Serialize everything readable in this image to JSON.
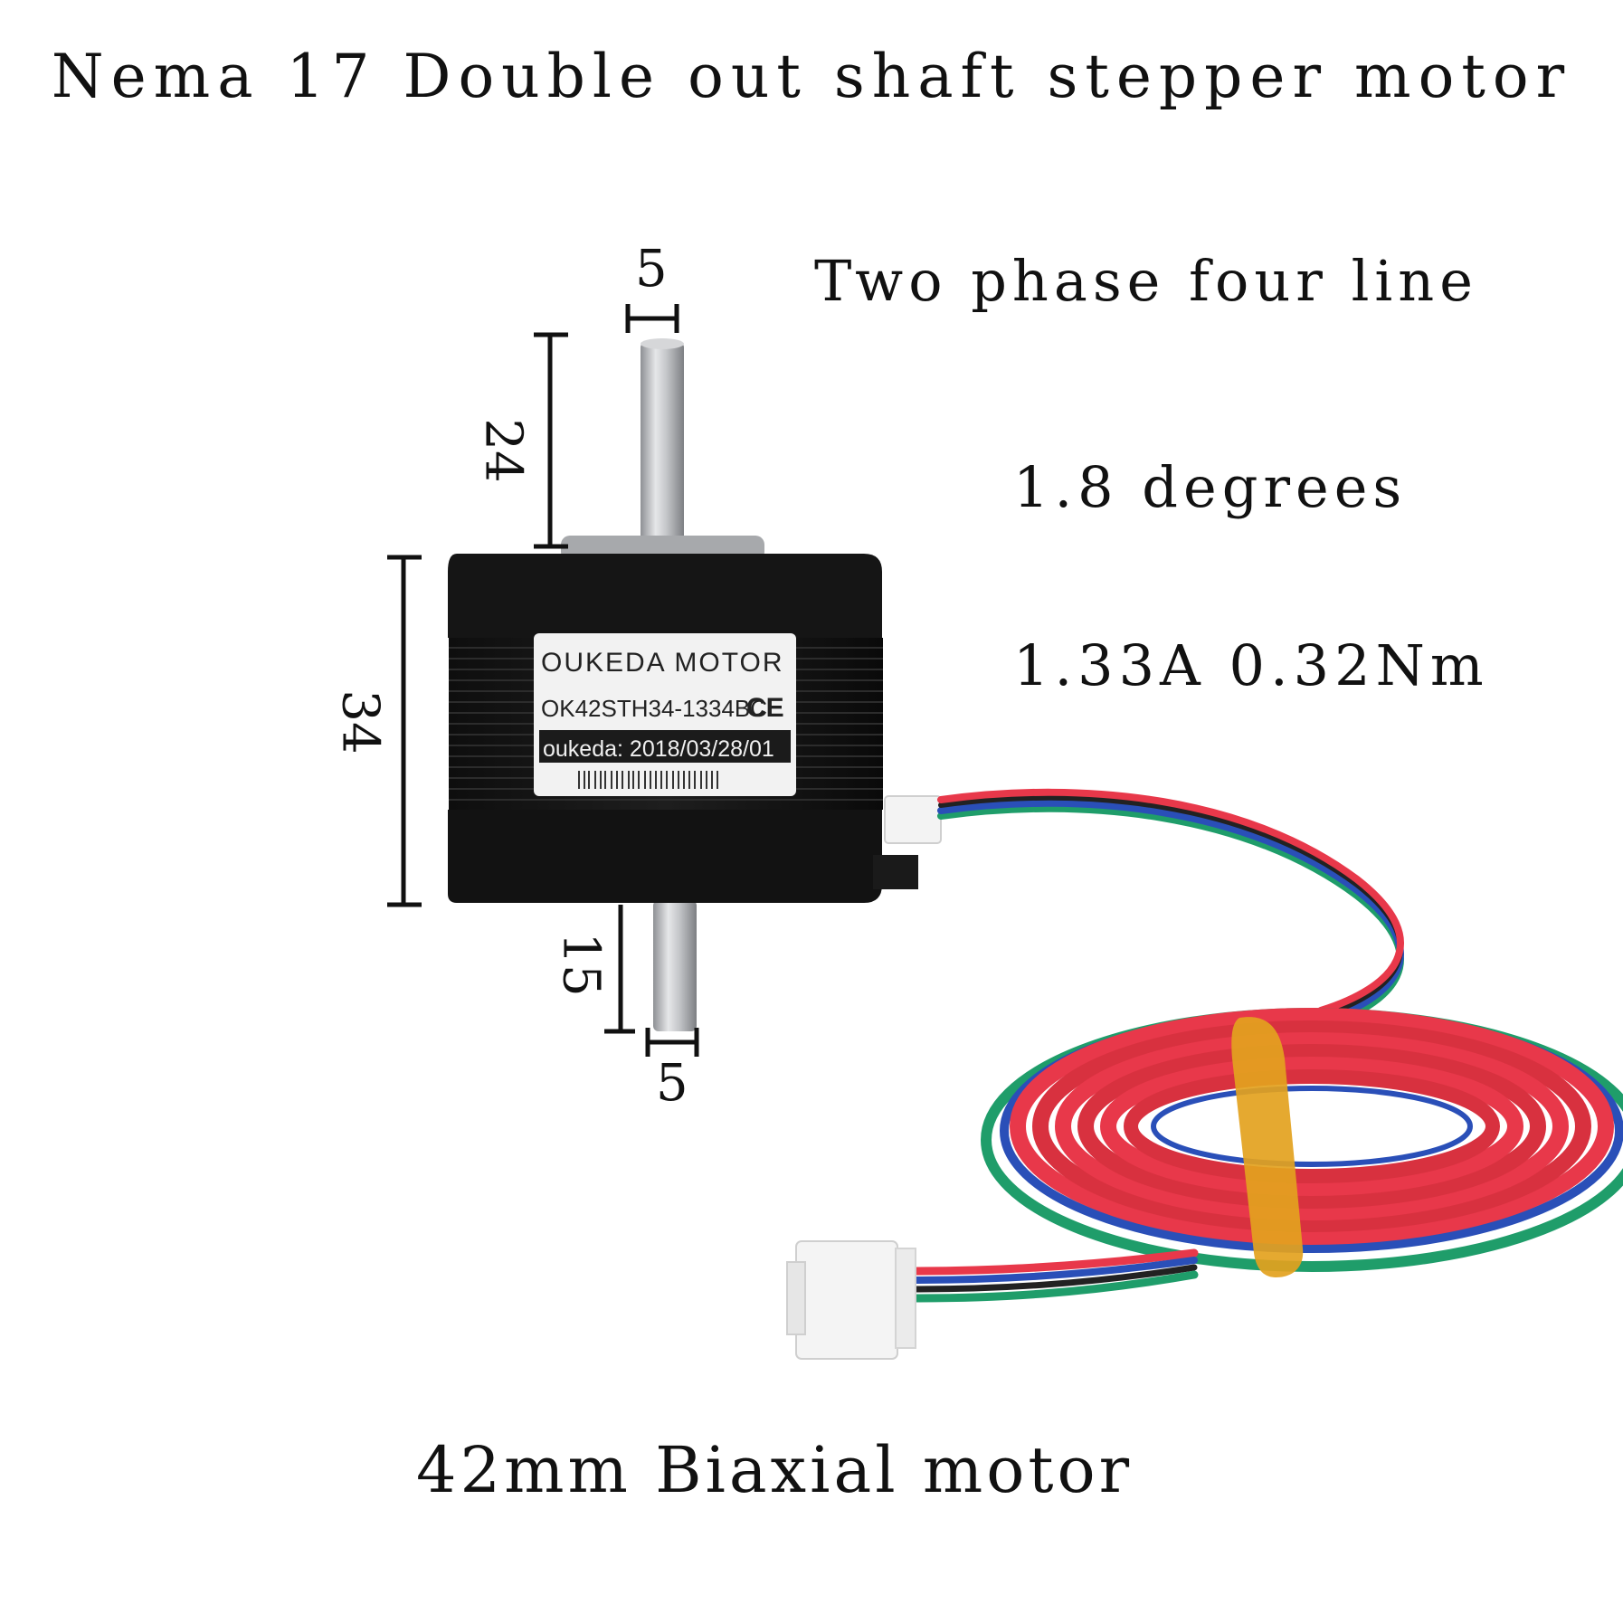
{
  "title": "Nema 17 Double out shaft stepper motor",
  "specs": {
    "phases": "Two phase four line",
    "step_angle": "1.8 degrees",
    "current_torque": "1.33A 0.32Nm"
  },
  "footer": "42mm Biaxial motor",
  "dimensions": {
    "top_shaft_diameter": "5",
    "top_shaft_length": "24",
    "body_length": "34",
    "bottom_shaft_length": "15",
    "bottom_shaft_diameter": "5"
  },
  "motor_label": {
    "brand": "OUKEDA MOTOR",
    "model": "OK42STH34-1334BC",
    "ce_mark": "CE",
    "date_line": "oukeda: 2018/03/28/01"
  },
  "colors": {
    "motor_body": "#141414",
    "shaft": "#b9bbbe",
    "wire_red": "#e8384a",
    "wire_green": "#1f9d6a",
    "wire_blue": "#2a4fb8",
    "connector": "#f4f4f4",
    "rubber_band": "#e3a21e"
  }
}
